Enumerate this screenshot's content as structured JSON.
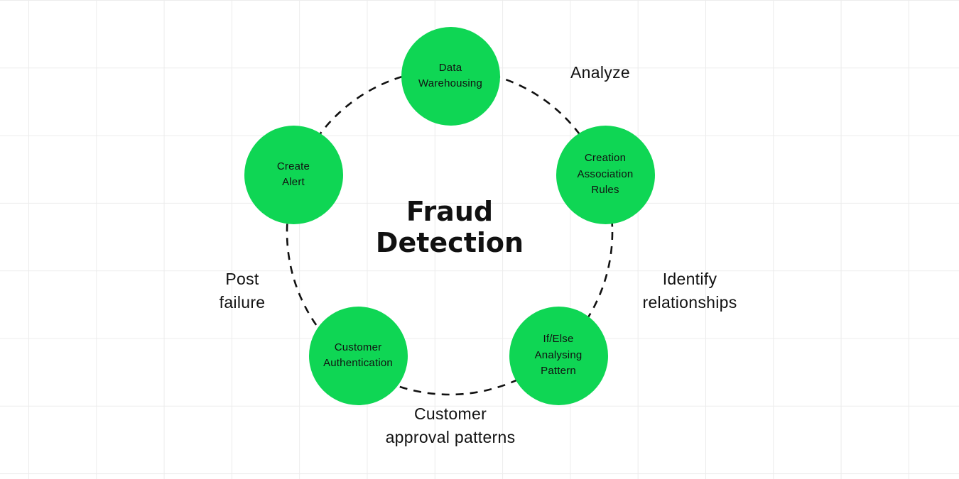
{
  "diagram": {
    "title": "Fraud\nDetection",
    "nodes": [
      {
        "id": "data-warehousing",
        "label": "Data\nWarehousing"
      },
      {
        "id": "creation-association-rules",
        "label": "Creation\nAssociation\nRules"
      },
      {
        "id": "if-else-analysing-pattern",
        "label": "If/Else\nAnalysing\nPattern"
      },
      {
        "id": "customer-authentication",
        "label": "Customer\nAuthentication"
      },
      {
        "id": "create-alert",
        "label": "Create\nAlert"
      }
    ],
    "edge_labels": [
      {
        "id": "analyze",
        "text": "Analyze"
      },
      {
        "id": "identify-relationships",
        "text": "Identify\nrelationships"
      },
      {
        "id": "customer-approval-patterns",
        "text": "Customer\napproval patterns"
      },
      {
        "id": "post-failure",
        "text": "Post\nfailure"
      }
    ],
    "colors": {
      "node_fill": "#0fd654",
      "ring_stroke": "#111111",
      "text": "#111111",
      "grid": "#ececec"
    }
  }
}
